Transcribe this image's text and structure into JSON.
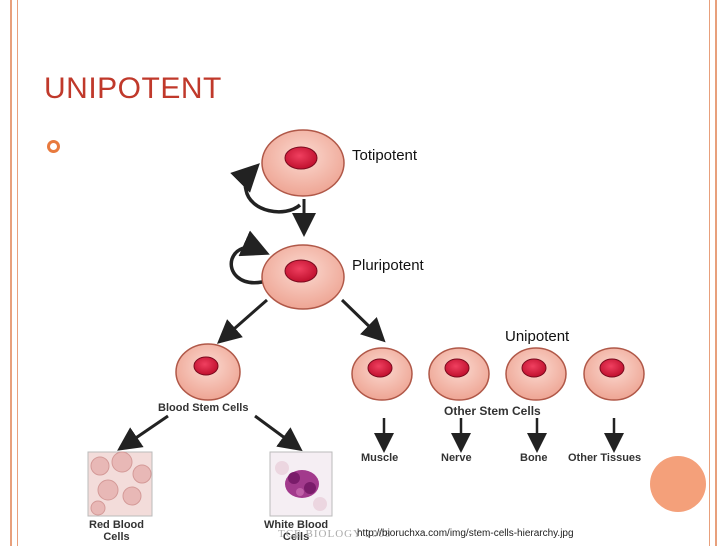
{
  "slide": {
    "title": "UNIPOTENT",
    "diagram": {
      "labels": {
        "totipotent": "Totipotent",
        "pluripotent": "Pluripotent",
        "unipotent": "Unipotent",
        "blood_stem_cells": "Blood Stem Cells",
        "other_stem_cells": "Other Stem Cells",
        "muscle": "Muscle",
        "nerve": "Nerve",
        "bone": "Bone",
        "other_tissues": "Other Tissues",
        "red_blood_cells": "Red Blood\nCells",
        "white_blood_cells": "White Blood\nCells"
      }
    },
    "footer": {
      "left_text": "TCE BIOLOGY 2008",
      "source_url": "http://bioruchxa.com/img/stem-cells-hierarchy.jpg"
    },
    "colors": {
      "title": "#c0392b",
      "accent": "#e87a3e",
      "cell_body": "#f2b9ad",
      "nucleus": "#e0264a"
    }
  }
}
